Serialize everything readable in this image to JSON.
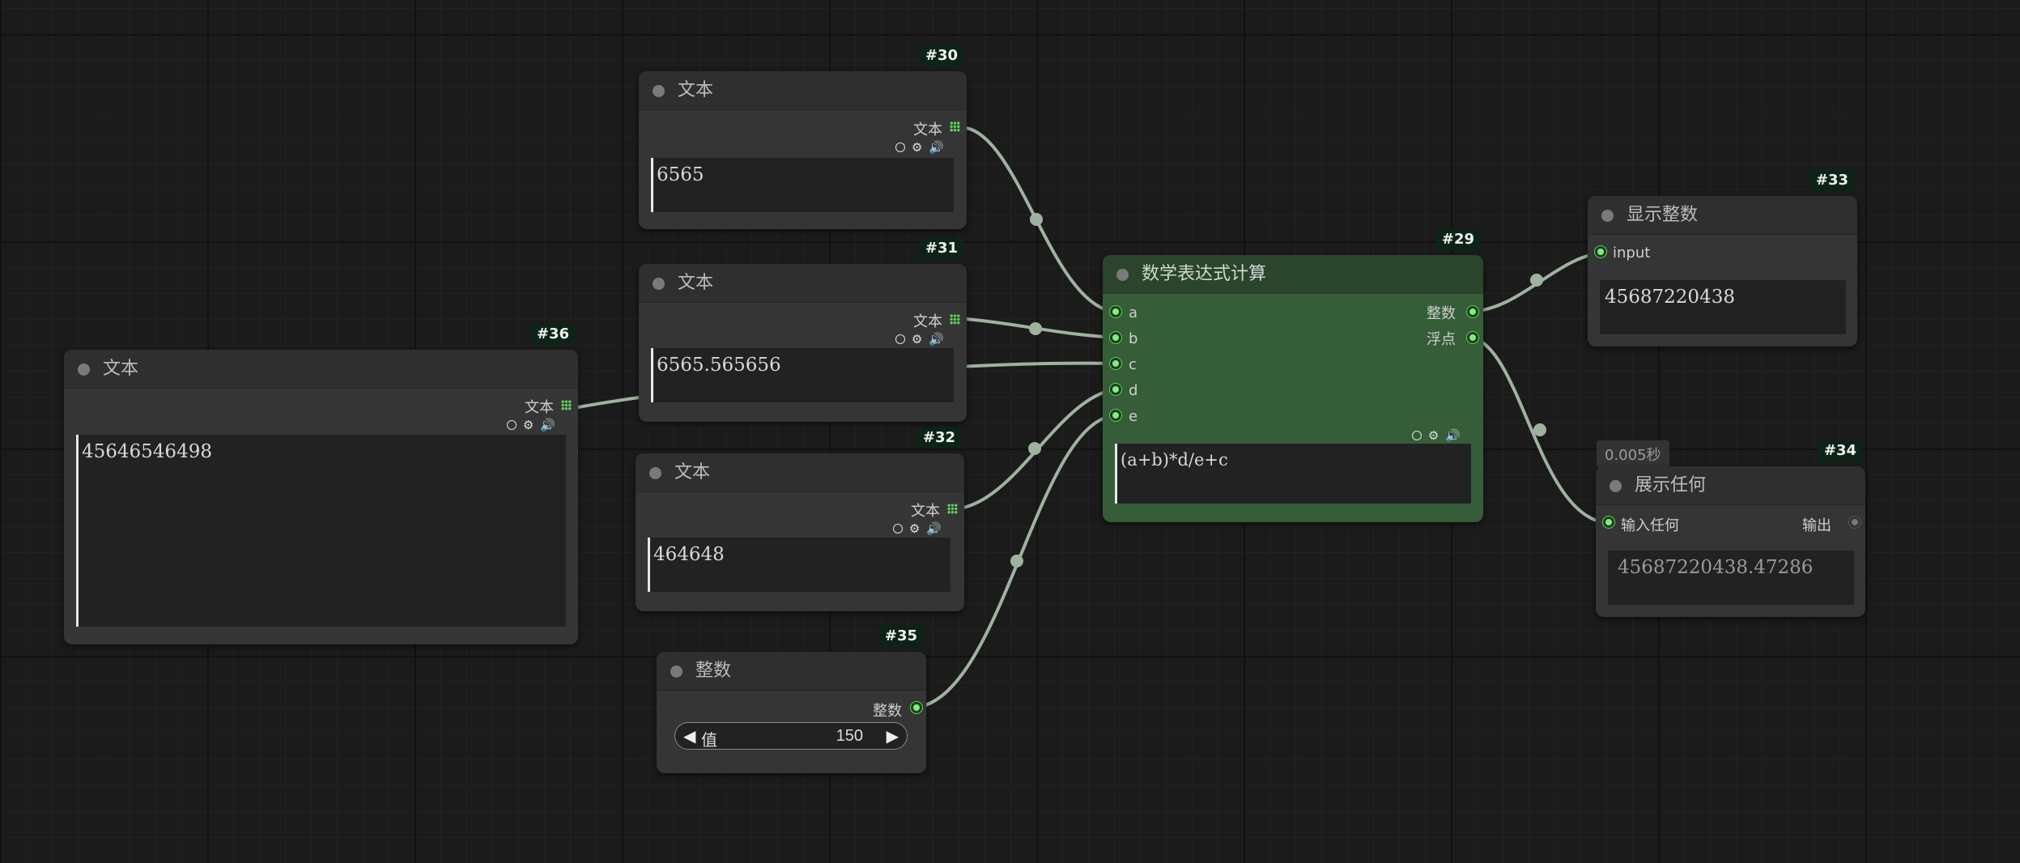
{
  "nodes": {
    "n30": {
      "id": "#30",
      "title": "文本",
      "output_label": "文本",
      "text": "6565"
    },
    "n31": {
      "id": "#31",
      "title": "文本",
      "output_label": "文本",
      "text": "6565.565656"
    },
    "n32": {
      "id": "#32",
      "title": "文本",
      "output_label": "文本",
      "text": "464648"
    },
    "n36": {
      "id": "#36",
      "title": "文本",
      "output_label": "文本",
      "text": "45646546498"
    },
    "n35": {
      "id": "#35",
      "title": "整数",
      "output_label": "整数",
      "widget_label": "值",
      "widget_value": "150"
    },
    "n29": {
      "id": "#29",
      "title": "数学表达式计算",
      "inputs": [
        "a",
        "b",
        "c",
        "d",
        "e"
      ],
      "outputs": [
        "整数",
        "浮点"
      ],
      "expression": "(a+b)*d/e+c",
      "color": "#355d38"
    },
    "n33": {
      "id": "#33",
      "title": "显示整数",
      "input_label": "input",
      "value": "45687220438"
    },
    "n34": {
      "id": "#34",
      "title": "展示任何",
      "time": "0.005秒",
      "input_label": "输入任何",
      "output_label": "输出",
      "value": "45687220438.47286"
    }
  },
  "colors": {
    "wire": "#9fb2a0",
    "port_active": "#7cf07c",
    "badge_bg": "#0c2417"
  },
  "icons": [
    "grid-icon",
    "circle-icon",
    "gear-icon",
    "speaker-icon",
    "arrow-left-icon",
    "arrow-right-icon"
  ]
}
